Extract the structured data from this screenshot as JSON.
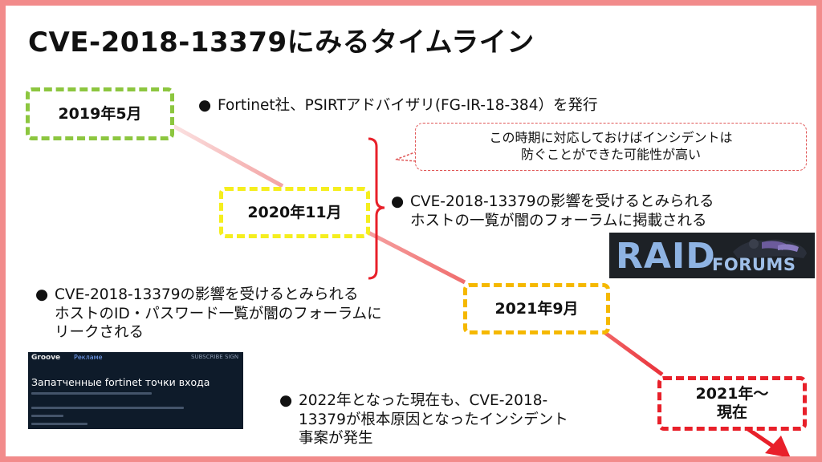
{
  "title": "CVE-2018-13379にみるタイムライン",
  "dates": {
    "d1": "2019年5月",
    "d2": "2020年11月",
    "d3": "2021年9月",
    "d4_line1": "2021年～",
    "d4_line2": "現在"
  },
  "bullets": {
    "b1": "Fortinet社、PSIRTアドバイザリ(FG-IR-18-384）を発行",
    "b2_line1": "CVE-2018-13379の影響を受けるとみられる",
    "b2_line2": "ホストの一覧が闇のフォーラムに掲載される",
    "b3_line1": "CVE-2018-13379の影響を受けるとみられる",
    "b3_line2": "ホストのID・パスワード一覧が闇のフォーラムに",
    "b3_line3": "リークされる",
    "b4_line1": "2022年となった現在も、CVE-2018-",
    "b4_line2": "13379が根本原因となったインシデント",
    "b4_line3": "事案が発生",
    "dot": "●"
  },
  "callout": {
    "line1": "この時期に対応しておけばインシデントは",
    "line2": "防ぐことができた可能性が高い"
  },
  "raid_logo": {
    "word": "RAID",
    "sub": "FORUMS"
  },
  "groove": {
    "brand": "Groove",
    "nav": "Рекламе",
    "nav_right": "SUBSCRIBE  SIGN",
    "heading": "Запатченные fortinet точки входа"
  },
  "colors": {
    "frame": "#f28b8b",
    "green_box": "#8cc63f",
    "yellow_box": "#f5ee1e",
    "orange_box": "#f5b800",
    "red_box": "#e8202a",
    "timeline": "#f07a7a"
  }
}
